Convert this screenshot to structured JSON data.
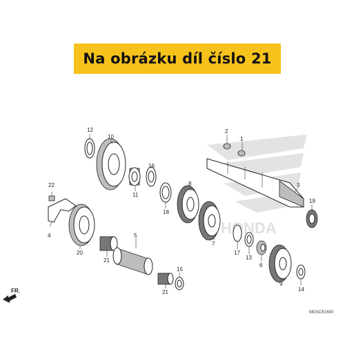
{
  "banner": {
    "text": "Na obrázku díl číslo 21",
    "background": "#f7c21b"
  },
  "diagram": {
    "code": "MGSCE1600",
    "direction_label": "FR.",
    "watermark": "HONDA",
    "callouts": [
      "12",
      "10",
      "16",
      "11",
      "18",
      "8",
      "2",
      "1",
      "3",
      "19",
      "22",
      "4",
      "20",
      "5",
      "21",
      "7",
      "17",
      "13",
      "6",
      "9",
      "14",
      "15",
      "21"
    ]
  }
}
